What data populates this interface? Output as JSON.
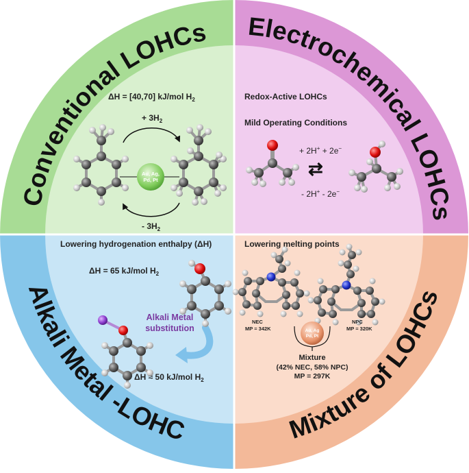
{
  "quadrants": {
    "conventional": {
      "title": "Conventional LOHCs",
      "enthalpy_label": "ΔH = [40,70] kJ/mol H",
      "enthalpy_sub": "2",
      "forward": "+ 3H",
      "forward_sub": "2",
      "reverse": "- 3H",
      "reverse_sub": "2",
      "catalyst": [
        "Au, Ag,",
        "Pd, Pt"
      ],
      "colors": {
        "outer": "#a8dc95",
        "inner": "#d9f0cf"
      }
    },
    "electrochemical": {
      "title": "Electrochemical LOHCs",
      "line1": "Redox-Active LOHCs",
      "line2": "Mild Operating Conditions",
      "forward": "+ 2H",
      "forward_rest": " + 2e",
      "reverse": "- 2H",
      "reverse_rest": " - 2e",
      "sup_plus": "+",
      "sup_minus": "−",
      "arrows": "⇄",
      "colors": {
        "outer": "#dc97d6",
        "inner": "#f1cdef"
      }
    },
    "alkali": {
      "title": "Alkali Metal -LOHC",
      "line1": "Lowering hydrogenation enthalpy (ΔH)",
      "enthalpy1": "ΔH = 65 kJ/mol H",
      "enthalpy1_sub": "2",
      "substitution": [
        "Alkali Metal",
        "substitution"
      ],
      "enthalpy2": "ΔH ≈ 50 kJ/mol H",
      "enthalpy2_sub": "2",
      "colors": {
        "outer": "#86c6ea",
        "inner": "#c8e5f6"
      }
    },
    "mixture": {
      "title": "Mixture of LOHCs",
      "line1": "Lowering melting points",
      "nec_name": "NEC",
      "nec_mp": "MP = 342K",
      "npc_name": "NPC",
      "npc_mp": "MP = 320K",
      "catalyst": [
        "Au, Ag",
        "Pd, Pt"
      ],
      "mixture_title": "Mixture",
      "mixture_comp": "(42% NEC, 58% NPC)",
      "mixture_mp": "MP = 297K",
      "colors": {
        "outer": "#f3b999",
        "inner": "#fbdccb"
      }
    }
  }
}
